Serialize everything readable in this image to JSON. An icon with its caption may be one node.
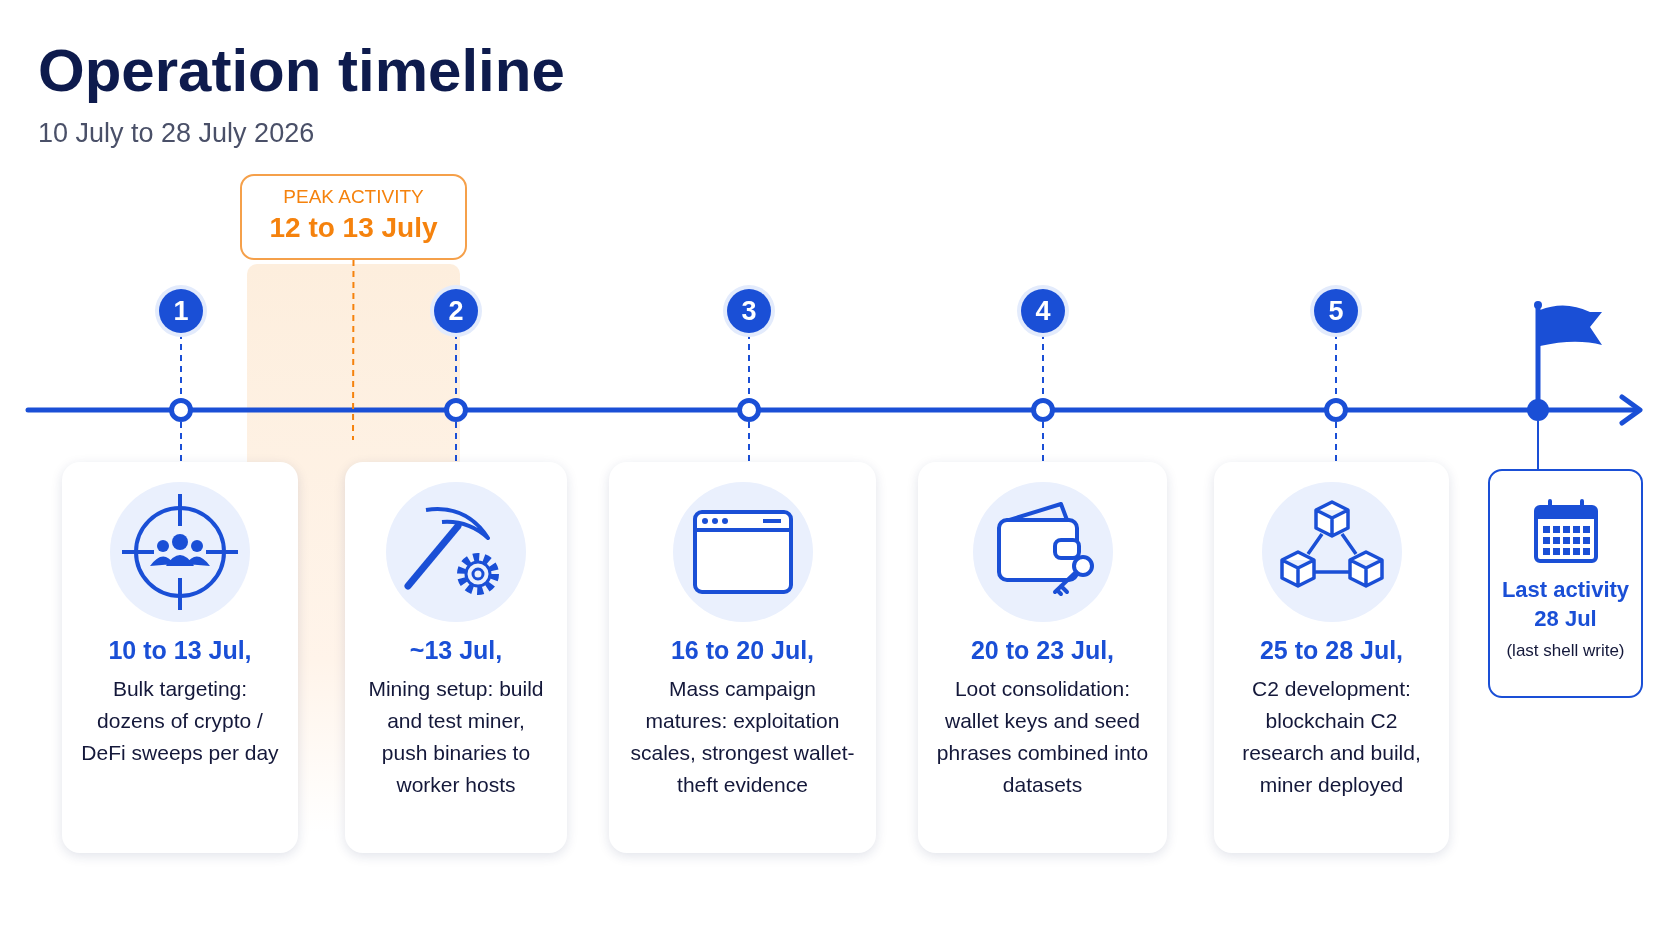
{
  "diagram": {
    "title": "Operation timeline",
    "nodes": [
      {
        "text": [
          "PEAK ACTIVITY",
          "12 to 13 July"
        ]
      },
      {
        "text": [
          "1"
        ]
      },
      {
        "text": [
          "2"
        ]
      },
      {
        "text": [
          "3"
        ]
      },
      {
        "text": [
          "4"
        ]
      },
      {
        "text": [
          "5"
        ]
      },
      {
        "text": [],
        "shape": "circle"
      },
      {
        "text": [],
        "shape": "circle"
      },
      {
        "text": [],
        "shape": "circle"
      },
      {
        "text": [],
        "shape": "circle"
      },
      {
        "text": [],
        "shape": "circle"
      },
      {
        "text": [],
        "shape": "circle"
      },
      {
        "text": [
          "10 to 13 Jul,",
          "Bulk targeting: dozens of crypto / DeFi sweeps per day"
        ]
      },
      {
        "text": [
          "~13 Jul,",
          "Mining setup: build and test miner, push binaries to worker hosts"
        ]
      },
      {
        "text": [
          "16 to 20 Jul,",
          "Mass campaign matures: exploitation scales, strongest wallet-theft evidence"
        ]
      },
      {
        "text": [
          "20 to 23 Jul,",
          "Loot consolidation: wallet keys and seed phrases combined into datasets"
        ]
      },
      {
        "text": [
          "25 to 28 Jul,",
          "C2 development: blockchain C2 research and build, miner deployed"
        ]
      },
      {
        "text": [
          "Last activity 28 Jul",
          "(last shell write)"
        ]
      }
    ],
    "edges": [
      {
        "from": 1,
        "to": 6,
        "arrow": "none",
        "style": "dashed"
      },
      {
        "from": 6,
        "to": 12,
        "arrow": "none",
        "style": "dashed"
      },
      {
        "from": 2,
        "to": 7,
        "arrow": "none",
        "style": "dashed"
      },
      {
        "from": 7,
        "to": 13,
        "arrow": "none",
        "style": "dashed"
      },
      {
        "from": 3,
        "to": 8,
        "arrow": "none",
        "style": "dashed"
      },
      {
        "from": 8,
        "to": 14,
        "arrow": "none",
        "style": "dashed"
      },
      {
        "from": 4,
        "to": 9,
        "arrow": "none",
        "style": "dashed"
      },
      {
        "from": 9,
        "to": 15,
        "arrow": "none",
        "style": "dashed"
      },
      {
        "from": 5,
        "to": 10,
        "arrow": "none",
        "style": "dashed"
      },
      {
        "from": 10,
        "to": 16,
        "arrow": "none",
        "style": "dashed"
      },
      {
        "from": 11,
        "to": 17,
        "arrow": "none"
      },
      {
        "from": 0,
        "to": null,
        "arrow": "none",
        "style": "dashed",
        "color": "#f5820d"
      }
    ],
    "labels": [
      "10 July to 28 July 2026"
    ]
  }
}
